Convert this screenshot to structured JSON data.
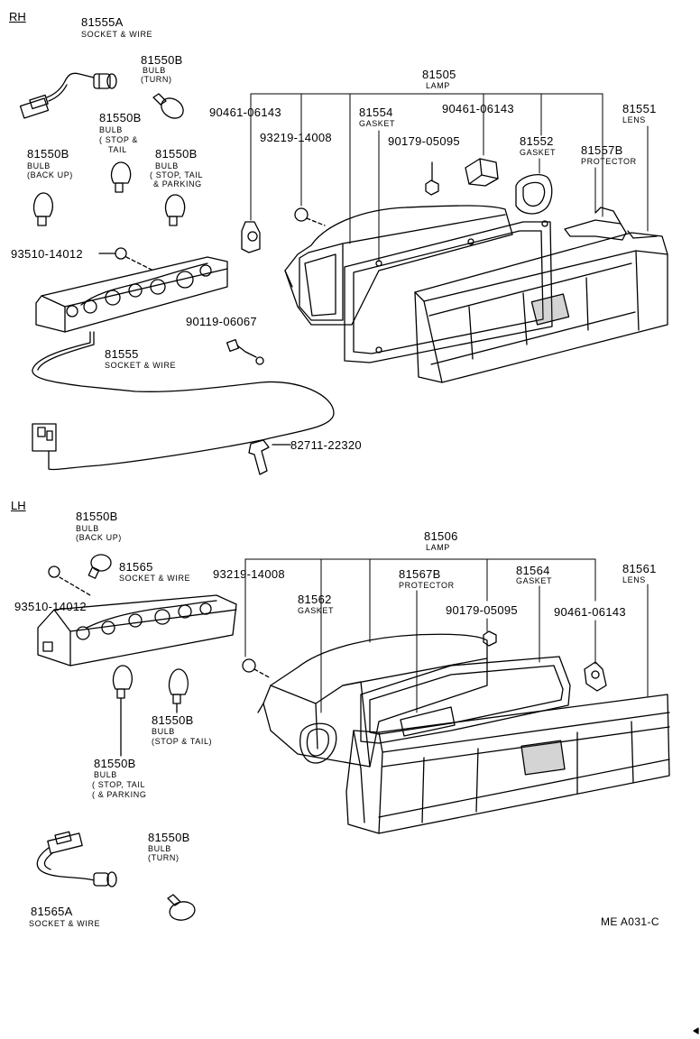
{
  "sections": {
    "rh": "RH",
    "lh": "LH"
  },
  "rh": {
    "p81555A": {
      "num": "81555A",
      "desc": "SOCKET & WIRE"
    },
    "p81550B_turn": {
      "num": "81550B",
      "desc1": "BULB",
      "desc2": "(TURN)"
    },
    "p81550B_stoptail": {
      "num": "81550B",
      "desc1": "BULB",
      "desc2": "( STOP &",
      "desc3": "TAIL"
    },
    "p81550B_backup": {
      "num": "81550B",
      "desc1": "BULB",
      "desc2": "(BACK UP)"
    },
    "p81550B_park": {
      "num": "81550B",
      "desc1": "BULB",
      "desc2": "( STOP, TAIL",
      "desc3": "& PARKING"
    },
    "p81505": {
      "num": "81505",
      "desc": "LAMP"
    },
    "p90461_a": {
      "num": "90461-06143"
    },
    "p93219": {
      "num": "93219-14008"
    },
    "p81554": {
      "num": "81554",
      "desc": "GASKET"
    },
    "p90461_b": {
      "num": "90461-06143"
    },
    "p90179": {
      "num": "90179-05095"
    },
    "p81552": {
      "num": "81552",
      "desc": "GASKET"
    },
    "p81557B": {
      "num": "81557B",
      "desc": "PROTECTOR"
    },
    "p81551": {
      "num": "81551",
      "desc": "LENS"
    },
    "p93510": {
      "num": "93510-14012"
    },
    "p90119": {
      "num": "90119-06067"
    },
    "p81555": {
      "num": "81555",
      "desc": "SOCKET & WIRE"
    },
    "p82711": {
      "num": "82711-22320"
    }
  },
  "lh": {
    "p81550B_backup": {
      "num": "81550B",
      "desc1": "BULB",
      "desc2": "(BACK UP)"
    },
    "p81565": {
      "num": "81565",
      "desc": "SOCKET & WIRE"
    },
    "p93510": {
      "num": "93510-14012"
    },
    "p81506": {
      "num": "81506",
      "desc": "LAMP"
    },
    "p93219": {
      "num": "93219-14008"
    },
    "p81562": {
      "num": "81562",
      "desc": "GASKET"
    },
    "p81567B": {
      "num": "81567B",
      "desc": "PROTECTOR"
    },
    "p81564": {
      "num": "81564",
      "desc": "GASKET"
    },
    "p81561": {
      "num": "81561",
      "desc": "LENS"
    },
    "p90179": {
      "num": "90179-05095"
    },
    "p90461": {
      "num": "90461-06143"
    },
    "p81550B_stoptail": {
      "num": "81550B",
      "desc1": "BULB",
      "desc2": "(STOP & TAIL)"
    },
    "p81550B_park": {
      "num": "81550B",
      "desc1": "BULB",
      "desc2": "( STOP, TAIL",
      "desc3": "( & PARKING"
    },
    "p81550B_turn": {
      "num": "81550B",
      "desc1": "BULB",
      "desc2": "(TURN)"
    },
    "p81565A": {
      "num": "81565A",
      "desc": "SOCKET & WIRE"
    }
  },
  "diagram_code": "ME A031-C"
}
